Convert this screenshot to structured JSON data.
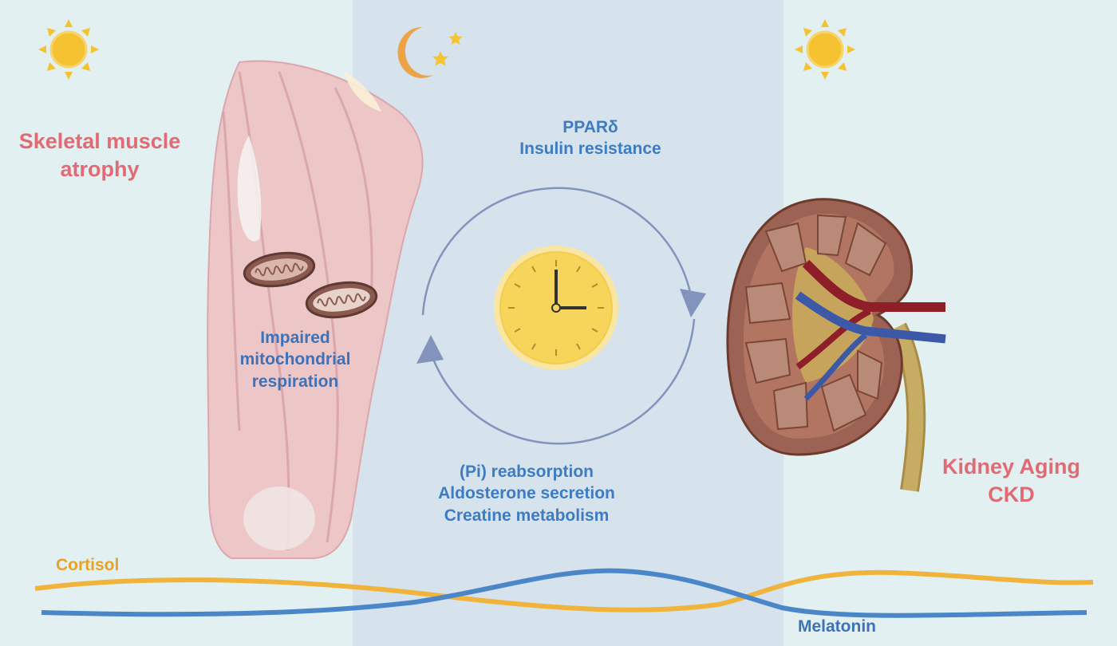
{
  "panels": {
    "left_label": [
      "Skeletal muscle",
      "atrophy"
    ],
    "right_label": [
      "Kidney Aging",
      "CKD"
    ]
  },
  "cycle": {
    "top_lines": [
      "PPARδ",
      "Insulin resistance"
    ],
    "bottom_lines": [
      "(Pi) reabsorption",
      "Aldosterone secretion",
      "Creatine metabolism"
    ]
  },
  "mitochondria_lines": [
    "Impaired",
    "mitochondrial",
    "respiration"
  ],
  "rhythms": {
    "cortisol_label": "Cortisol",
    "melatonin_label": "Melatonin"
  },
  "icons": [
    "sun-icon",
    "moon-icon",
    "star-icon",
    "clock-icon",
    "mitochondrion-icon",
    "kidney-icon",
    "muscle-icon"
  ],
  "colors": {
    "day_bg": "#e3f0f2",
    "night_bg": "#d6e2ec",
    "muscle_title": "#e06b74",
    "blue_text": "#3d7cc3",
    "cortisol": "#f0b43c",
    "melatonin": "#4a86c8",
    "arrow": "#8293bd",
    "sun": "#f5c232",
    "moon": "#eba346",
    "clock_face": "#f7d55a"
  }
}
